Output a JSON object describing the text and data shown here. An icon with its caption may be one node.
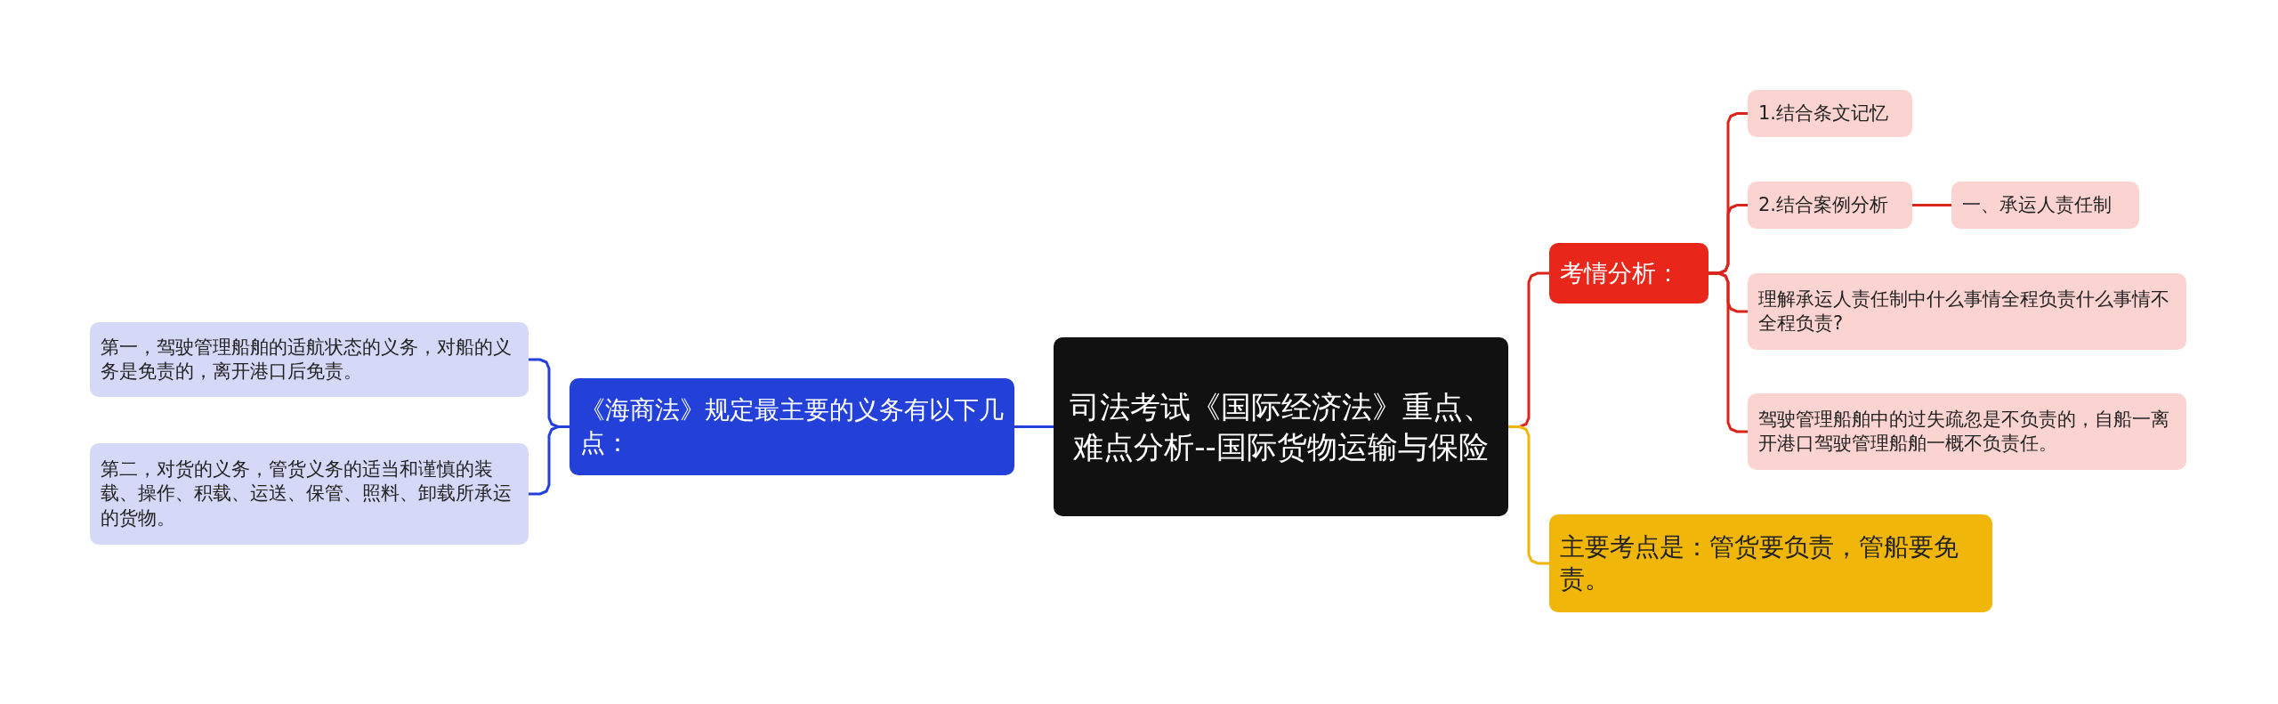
{
  "diagram": {
    "nodes": [
      {
        "text": [
          "司法考试《国际经济法》重点、难点分析--国际货物运输与保险"
        ]
      },
      {
        "text": [
          "《海商法》规定最主要的义务有以下几点："
        ]
      },
      {
        "text": [
          "第一，驾驶管理船舶的适航状态的义务，对船的义务是免责的，离开港口后免责。"
        ]
      },
      {
        "text": [
          "第二，对货的义务，管货义务的适当和谨慎的装载、操作、积载、运送、保管、照料、卸载所承运的货物。"
        ]
      },
      {
        "text": [
          "考情分析："
        ]
      },
      {
        "text": [
          "1.结合条文记忆"
        ]
      },
      {
        "text": [
          "2.结合案例分析"
        ]
      },
      {
        "text": [
          "一、承运人责任制"
        ]
      },
      {
        "text": [
          "理解承运人责任制中什么事情全程负责什么事情不全程负责?"
        ]
      },
      {
        "text": [
          "驾驶管理船舶中的过失疏忽是不负责的，自船一离开港口驾驶管理船舶一概不负责任。"
        ]
      },
      {
        "text": [
          "主要考点是：管货要负责，管船要免责。"
        ]
      }
    ],
    "edges": [
      {
        "from": 0,
        "to": 1,
        "arrow": "none",
        "color": "#2340d9"
      },
      {
        "from": 1,
        "to": 2,
        "arrow": "none",
        "color": "#2340d9"
      },
      {
        "from": 1,
        "to": 3,
        "arrow": "none",
        "color": "#2340d9"
      },
      {
        "from": 0,
        "to": 4,
        "arrow": "none"
      },
      {
        "from": 4,
        "to": 5,
        "arrow": "none"
      },
      {
        "from": 4,
        "to": 6,
        "arrow": "none"
      },
      {
        "from": 6,
        "to": 7,
        "arrow": "none"
      },
      {
        "from": 4,
        "to": 8,
        "arrow": "none"
      },
      {
        "from": 4,
        "to": 9,
        "arrow": "none"
      },
      {
        "from": 0,
        "to": 10,
        "arrow": "none",
        "color": "#f0b70a"
      }
    ]
  }
}
